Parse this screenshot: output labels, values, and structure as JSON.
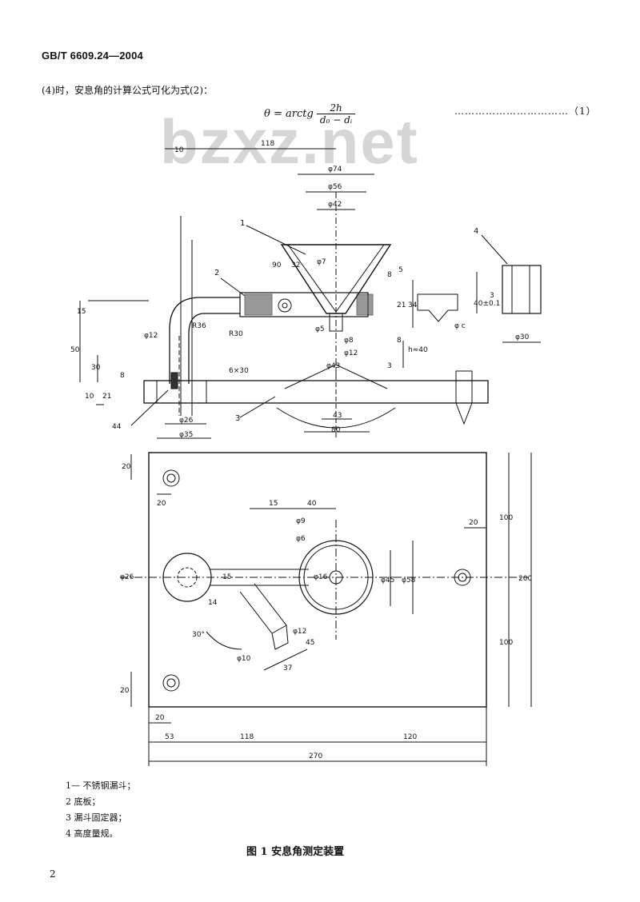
{
  "header": {
    "standard": "GB/T 6609.24—2004"
  },
  "intro_text": "(4)时，安息角的计算公式可化为式(2)：",
  "formula": {
    "text": "θ = arctg 2h / (d₀ − dᵢ)",
    "number": "……………………………（1）"
  },
  "watermark": "bzxz.net",
  "dims_top": [
    "10",
    "118",
    "φ74",
    "φ56",
    "φ42",
    "φ7",
    "90",
    "32",
    "8",
    "5",
    "21",
    "34",
    "φ5",
    "φ8",
    "φ12",
    "φ43",
    "8",
    "h≈40",
    "3",
    "15",
    "50",
    "30",
    "8",
    "10",
    "21",
    "φ12",
    "R36",
    "R30",
    "6×30",
    "φ26",
    "φ35",
    "43",
    "80",
    "40±0.1",
    "3",
    "φ30",
    "φ c",
    "44"
  ],
  "part_labels": [
    "1",
    "2",
    "3",
    "4"
  ],
  "dims_bottom": [
    "20",
    "20",
    "15",
    "40",
    "φ9",
    "φ6",
    "20",
    "φ26",
    "15",
    "φ16",
    "φ45",
    "φ58",
    "14",
    "30°",
    "φ12",
    "φ10",
    "45",
    "37",
    "20",
    "20",
    "53",
    "118",
    "120",
    "270",
    "100",
    "200",
    "100"
  ],
  "legend": [
    "1— 不锈钢漏斗；",
    "2  底板；",
    "3  漏斗固定器；",
    "4  高度量规。"
  ],
  "caption": "图 1   安息角测定装置",
  "page_number": "2"
}
